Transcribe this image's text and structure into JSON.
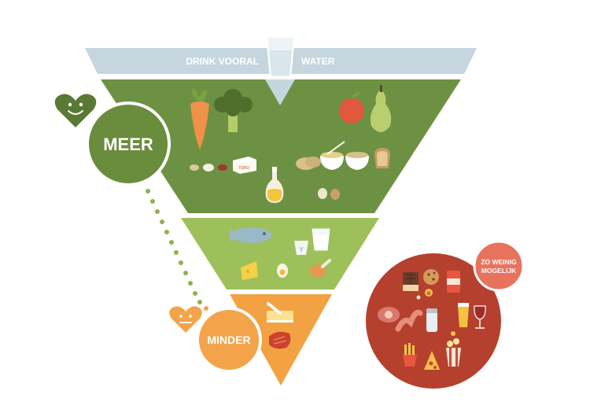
{
  "pyramid": {
    "water_left": "DRINK VOORAL",
    "water_right": "WATER",
    "more_label": "MEER",
    "less_label": "MINDER",
    "zo_line1": "ZO WEINIG",
    "zo_line2": "MOGELIJK",
    "candy_label": "M"
  },
  "colors": {
    "water_band": "#c6d6de",
    "top_green": "#6d9142",
    "mid_green": "#9ec05a",
    "orange": "#f2a143",
    "red_circle": "#b5402e",
    "salmon": "#e8735d",
    "dark_green_circle": "#6a8c3d",
    "orange_circle": "#f3a44a"
  },
  "icons": {
    "more": [
      "carrot-icon",
      "broccoli-icon",
      "apple-icon",
      "pear-icon",
      "beans-icon",
      "tofu-icon",
      "oil-bottle-icon",
      "potatoes-icon",
      "pasta-bowl-icon",
      "rice-bowl-icon",
      "bread-icon",
      "nuts-icon"
    ],
    "middle": [
      "fish-icon",
      "yogurt-icon",
      "milk-icon",
      "cheese-icon",
      "egg-icon",
      "chicken-leg-icon"
    ],
    "less": [
      "butter-icon",
      "steak-icon"
    ],
    "avoid": [
      "chocolate-icon",
      "cookie-icon",
      "soda-can-icon",
      "candy-icon",
      "sausage-icon",
      "bacon-icon",
      "salt-shaker-icon",
      "beer-icon",
      "wine-icon",
      "fries-icon",
      "pizza-icon",
      "popcorn-icon"
    ]
  }
}
